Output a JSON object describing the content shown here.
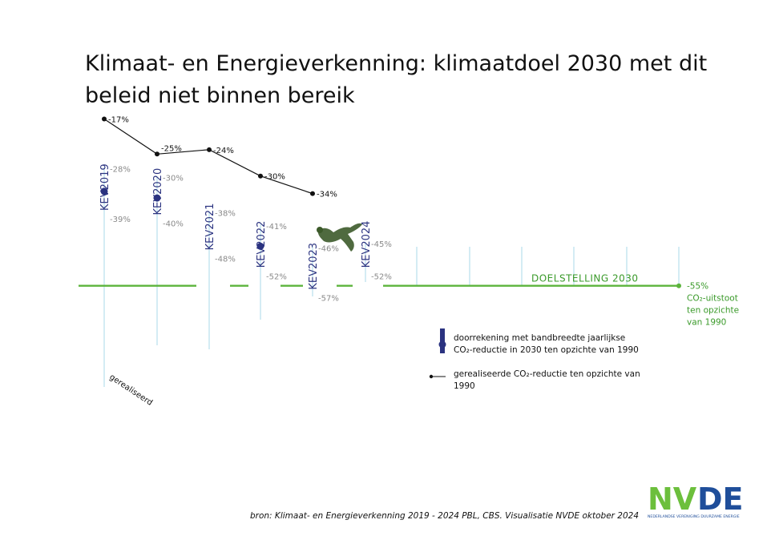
{
  "title": "Klimaat- en Energieverkenning: klimaatdoel 2030 met dit beleid niet binnen bereik",
  "source": "bron: Klimaat- en Energieverkenning 2019 - 2024 PBL, CBS. Visualisatie NVDE oktober 2024",
  "colors": {
    "bar": "#2b3380",
    "target": "#5cb43c",
    "target_text": "#3a9a2a",
    "realised": "#111111",
    "stem": "#a9d8e8",
    "range_label": "#8a8a8a",
    "logo_green": "#6cbf3c",
    "logo_blue": "#1f4e9a"
  },
  "logo": {
    "text_green": "NV",
    "text_blue": "DE",
    "subtitle": "NEDERLANDSE VERENIGING DUURZAME ENERGIE"
  },
  "chart_data": {
    "type": "range-bar-with-line",
    "y_unit": "CO2-reductie t.o.v. 1990 (%)",
    "series": [
      {
        "name": "KEV",
        "items": [
          {
            "label": "KEV2019",
            "low": -28,
            "high": -39,
            "mid": -33.5,
            "low_label": "-28%",
            "high_label": "-39%"
          },
          {
            "label": "KEV2020",
            "low": -30,
            "high": -40,
            "mid": -35,
            "low_label": "-30%",
            "high_label": "-40%"
          },
          {
            "label": "KEV2021",
            "low": -38,
            "high": -48,
            "mid": null,
            "low_label": "-38%",
            "high_label": "-48%"
          },
          {
            "label": "KEV2022",
            "low": -41,
            "high": -52,
            "mid": -46,
            "low_label": "-41%",
            "high_label": "-52%"
          },
          {
            "label": "KEV2023",
            "low": -46,
            "high": -57,
            "mid": null,
            "low_label": "-46%",
            "high_label": "-57%"
          },
          {
            "label": "KEV2024",
            "low": -45,
            "high": -52,
            "mid": null,
            "low_label": "-45%",
            "high_label": "-52%"
          }
        ]
      },
      {
        "name": "gerealiseerd",
        "points": [
          {
            "value": -17,
            "label": "-17%"
          },
          {
            "value": -25,
            "label": "-25%"
          },
          {
            "value": -24,
            "label": "-24%"
          },
          {
            "value": -30,
            "label": "-30%"
          },
          {
            "value": -34,
            "label": "-34%"
          }
        ]
      }
    ],
    "target": {
      "value": -55,
      "label": "DOELSTELLING 2030",
      "annotation": [
        "-55%",
        "CO₂-uitstoot",
        "ten opzichte",
        "van 1990"
      ]
    },
    "legend": [
      {
        "kind": "range",
        "text": [
          "doorrekening met bandbreedte jaarlijkse",
          "CO₂-reductie in 2030 ten opzichte van 1990"
        ]
      },
      {
        "kind": "realised",
        "text": [
          "gerealiseerde CO₂-reductie ten opzichte van",
          "1990"
        ]
      }
    ]
  }
}
